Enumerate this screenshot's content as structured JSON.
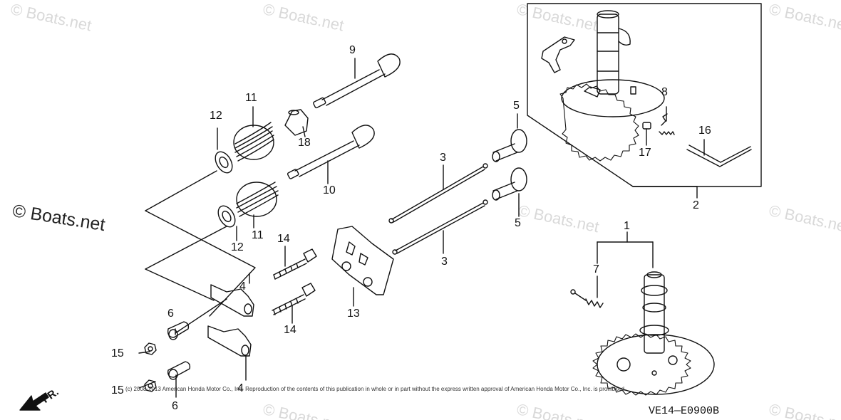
{
  "watermark": {
    "faint_text": "© Boats.net",
    "main_text": "© Boats.net"
  },
  "copyright": "(c) 2008-2013 American Honda Motor Co., Inc. Reproduction of the contents of this publication in whole or in part without the express written approval of American Honda Motor Co., Inc. is prohibited.",
  "diagram_code": "VE14—E0900B",
  "direction_label": "FR.",
  "callouts": {
    "c1": "1",
    "c2": "2",
    "c3a": "3",
    "c3b": "3",
    "c4a": "4",
    "c4b": "4",
    "c5a": "5",
    "c5b": "5",
    "c6a": "6",
    "c6b": "6",
    "c7": "7",
    "c8": "8",
    "c9": "9",
    "c10": "10",
    "c11a": "11",
    "c11b": "11",
    "c12a": "12",
    "c12b": "12",
    "c13": "13",
    "c14a": "14",
    "c14b": "14",
    "c15a": "15",
    "c15b": "15",
    "c16": "16",
    "c17": "17",
    "c18": "18"
  }
}
